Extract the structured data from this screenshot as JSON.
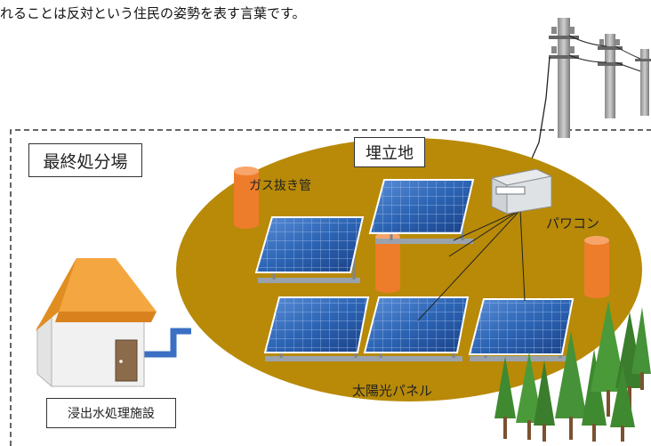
{
  "caption_fragment": "れることは反対という住民の姿勢を表す言葉です。",
  "labels": {
    "landfill_site": "最終処分場",
    "reclaimed_land": "埋立地",
    "gas_vent_pipe": "ガス抜き管",
    "power_conditioner": "パワコン",
    "solar_panel": "太陽光パネル",
    "leachate_facility": "浸出水処理施設"
  },
  "colors": {
    "ground": "#b88a08",
    "pipe": "#ee7d2b",
    "panel": "#2c64b4",
    "tree": "#3f8a30",
    "roof": "#f4a640",
    "water_pipe": "#3a6fc4"
  }
}
